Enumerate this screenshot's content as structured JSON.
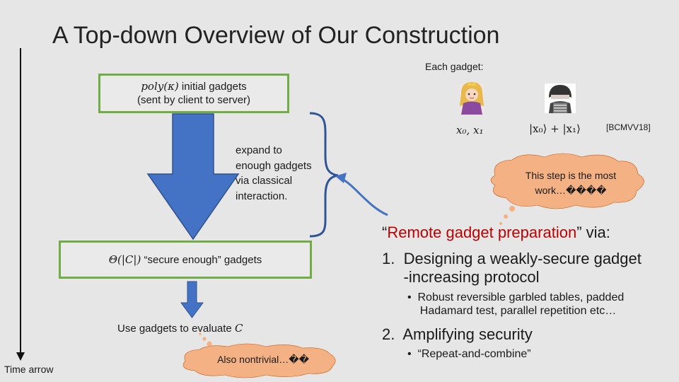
{
  "slide": {
    "title": "A Top-down Overview of Our Construction",
    "time_arrow_label": "Time arrow"
  },
  "flow": {
    "box1_math": "poly(κ)",
    "box1_text": " initial gadgets",
    "box1_line2": "(sent by client to server)",
    "expand_lines": [
      "expand to",
      "enough gadgets",
      "via classical",
      "interaction."
    ],
    "box2_math": "Θ(|C|)",
    "box2_text": " “secure enough” gadgets",
    "evaluate_text": "Use gadgets to evaluate ",
    "evaluate_math": "C"
  },
  "gadget": {
    "label": "Each gadget:",
    "classical_symbol": "x₀, x₁",
    "quantum_symbol": "|x₀⟩ + |x₁⟩",
    "citation": "[BCMVV18]"
  },
  "clouds": {
    "top_line1": "This step is the most",
    "top_line2": "work…����",
    "bottom_text": "Also nontrivial…��"
  },
  "remote": {
    "open_quote": "“",
    "highlight": "Remote gadget preparation",
    "close": "” via:",
    "item1_line1": "1.  Designing a weakly-secure gadget",
    "item1_line2": "     -increasing protocol",
    "item1_sub_line1": "•  Robust reversible garbled tables, padded",
    "item1_sub_line2": "    Hadamard test, parallel repetition etc…",
    "item2": "2.  Amplifying security",
    "item2_sub": "•  “Repeat-and-combine”"
  },
  "colors": {
    "box_border": "#70ad47",
    "arrow_fill": "#4472c4",
    "brace": "#2f5597",
    "cloud_fill": "#f4b183",
    "highlight": "#c00000"
  },
  "icons": [
    "princess-avatar-icon",
    "hacker-avatar-icon"
  ]
}
